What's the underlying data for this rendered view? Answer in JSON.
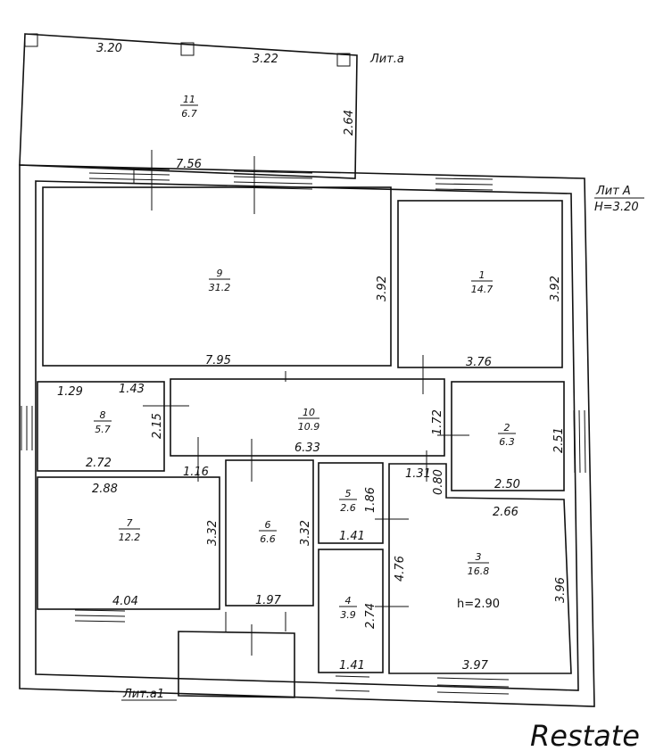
{
  "labels": {
    "lit_a_small": "Лит.а",
    "lit_A_line1": "Лит А",
    "lit_A_line2": "H=3.20",
    "lit_a1": "Лит.а1",
    "watermark": "Restate"
  },
  "rooms": {
    "r11": {
      "num": "11",
      "area": "6.7"
    },
    "r9": {
      "num": "9",
      "area": "31.2"
    },
    "r1": {
      "num": "1",
      "area": "14.7"
    },
    "r8": {
      "num": "8",
      "area": "5.7"
    },
    "r10": {
      "num": "10",
      "area": "10.9"
    },
    "r2": {
      "num": "2",
      "area": "6.3"
    },
    "r7": {
      "num": "7",
      "area": "12.2"
    },
    "r6": {
      "num": "6",
      "area": "6.6"
    },
    "r5": {
      "num": "5",
      "area": "2.6"
    },
    "r4": {
      "num": "4",
      "area": "3.9"
    },
    "r3": {
      "num": "3",
      "area": "16.8",
      "height": "h=2.90"
    }
  },
  "dims": {
    "top_320": "3.20",
    "top_322": "3.22",
    "r11_264": "2.64",
    "r11_756": "7.56",
    "r9_392": "3.92",
    "r9_795": "7.95",
    "r1_392": "3.92",
    "r1_376": "3.76",
    "r8_129": "1.29",
    "r8_143": "1.43",
    "r8_215": "2.15",
    "r8_272": "2.72",
    "r10_172": "1.72",
    "r10_633": "6.33",
    "r2_251": "2.51",
    "r2_250": "2.50",
    "d_116": "1.16",
    "d_131": "1.31",
    "d_080": "0.80",
    "r7_288": "2.88",
    "r7_332": "3.32",
    "r7_404": "4.04",
    "r6_332": "3.32",
    "r6_197": "1.97",
    "r5_186": "1.86",
    "r5_141": "1.41",
    "r4_274": "2.74",
    "r4_141": "1.41",
    "c_476": "4.76",
    "r3_266": "2.66",
    "r3_396": "3.96",
    "r3_397": "3.97"
  }
}
